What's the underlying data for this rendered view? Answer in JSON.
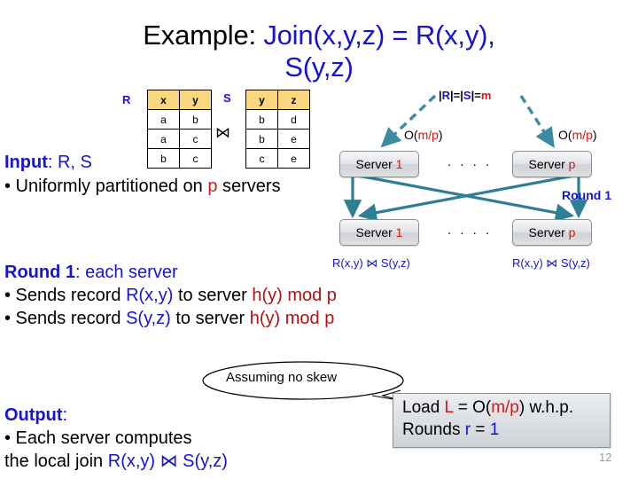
{
  "title": {
    "prefix": "Example: ",
    "line1_blue": "Join(x,y,z) = R(x,y),",
    "line2_blue": "S(y,z)"
  },
  "relations": {
    "r_label": "R",
    "s_label": "S",
    "join_symbol": "⋈",
    "R": {
      "headers": [
        "x",
        "y"
      ],
      "rows": [
        [
          "a",
          "b"
        ],
        [
          "a",
          "c"
        ],
        [
          "b",
          "c"
        ]
      ]
    },
    "S": {
      "headers": [
        "y",
        "z"
      ],
      "rows": [
        [
          "b",
          "d"
        ],
        [
          "b",
          "e"
        ],
        [
          "c",
          "e"
        ]
      ]
    }
  },
  "input": {
    "heading": "Input",
    "colon_value": ": R, S",
    "bullet_prefix": "•  Uniformly partitioned on ",
    "bullet_red": "p",
    "bullet_suffix": " servers"
  },
  "round1": {
    "heading": "Round 1",
    "heading_rest": ": each server",
    "bullet1_a": "•  Sends record ",
    "bullet1_blue": "R(x,y)",
    "bullet1_b": " to server ",
    "bullet1_red": "h(y) mod p",
    "bullet2_a": "•  Sends record ",
    "bullet2_blue": "S(y,z)",
    "bullet2_b": "  to server ",
    "bullet2_red": "h(y) mod p"
  },
  "output": {
    "heading": "Output",
    "heading_colon": ":",
    "bullet_line1": "•  Each server computes",
    "bullet_line2_black": "     the local join ",
    "bullet_line2_blue": "R(x,y) ⋈ S(y,z)"
  },
  "diagram": {
    "cardinality": {
      "bar1": "|",
      "R": "R",
      "eq1": "|=|",
      "S": "S",
      "eq2": "|=",
      "m": "m"
    },
    "cost_left": "O(m/p)",
    "cost_right": "O(m/p)",
    "cost_black_open": "O(",
    "cost_red": "m/p",
    "cost_black_close": ")",
    "server_top_left": "Server 1",
    "server_top_left_id": "1",
    "server_top_right": "Server p",
    "server_top_right_id": "p",
    "server_bottom_left": "Server 1",
    "server_bottom_right": "Server p",
    "server_word": "Server ",
    "dots": ". . . .",
    "round_label": "Round 1",
    "join_label_left": "R(x,y) ⋈ S(y,z)",
    "join_label_right": "R(x,y) ⋈ S(y,z)"
  },
  "callout": {
    "text": "Assuming no skew"
  },
  "loadbox": {
    "line1_a": "Load ",
    "line1_L": "L",
    "line1_b": " = O(",
    "line1_mp": "m/p",
    "line1_c": ") w.h.p.",
    "line2_a": "Rounds ",
    "line2_r": "r",
    "line2_b": " = ",
    "line2_val": "1"
  },
  "page_number": "12",
  "colors": {
    "blue": "#1414d2",
    "red": "#d81616",
    "dark_red": "#b11212",
    "teal_arrow": "#2f7f94",
    "header_fill": "#fbd77f",
    "page_num": "#8e9aa6"
  }
}
